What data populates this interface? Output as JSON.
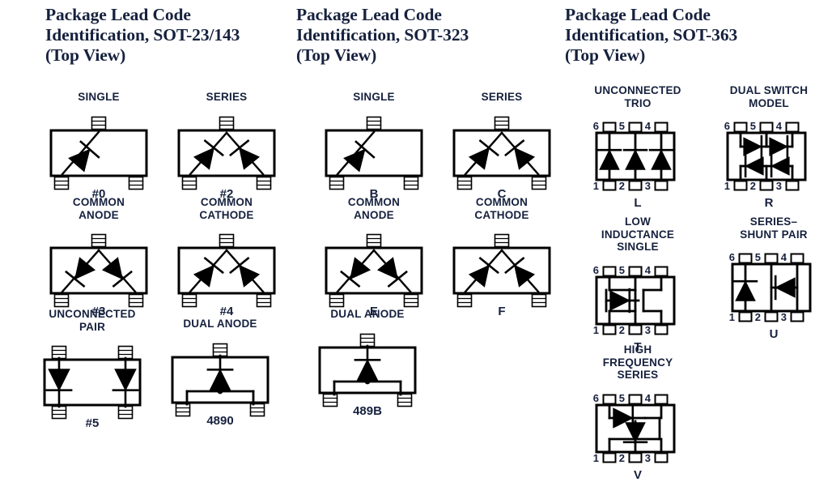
{
  "columns": [
    {
      "title_lines": [
        "Package Lead Code",
        "Identification, SOT-23/143",
        "(Top View)"
      ],
      "package": "SOT-23/143",
      "cells": [
        {
          "caption": [
            "SINGLE"
          ],
          "code": "#0",
          "config": "single",
          "leads": 3
        },
        {
          "caption": [
            "SERIES"
          ],
          "code": "#2",
          "config": "series",
          "leads": 3
        },
        {
          "caption": [
            "COMMON",
            "ANODE"
          ],
          "code": "#3",
          "config": "common-anode",
          "leads": 3
        },
        {
          "caption": [
            "COMMON",
            "CATHODE"
          ],
          "code": "#4",
          "config": "common-cathode",
          "leads": 3
        },
        {
          "caption": [
            "UNCONNECTED",
            "PAIR"
          ],
          "code": "#5",
          "config": "unconnected-pair",
          "leads": 4
        },
        {
          "caption": [
            "DUAL ANODE"
          ],
          "code": "4890",
          "config": "dual-anode",
          "leads": 3
        }
      ]
    },
    {
      "title_lines": [
        "Package Lead Code",
        "Identification, SOT-323",
        "(Top View)"
      ],
      "package": "SOT-323",
      "cells": [
        {
          "caption": [
            "SINGLE"
          ],
          "code": "B",
          "config": "single",
          "leads": 3
        },
        {
          "caption": [
            "SERIES"
          ],
          "code": "C",
          "config": "series",
          "leads": 3
        },
        {
          "caption": [
            "COMMON",
            "ANODE"
          ],
          "code": "E",
          "config": "common-anode",
          "leads": 3
        },
        {
          "caption": [
            "COMMON",
            "CATHODE"
          ],
          "code": "F",
          "config": "common-cathode",
          "leads": 3
        },
        {
          "caption": [
            "DUAL ANODE"
          ],
          "code": "489B",
          "config": "dual-anode",
          "leads": 3
        }
      ]
    },
    {
      "title_lines": [
        "Package Lead Code",
        "Identification, SOT-363",
        "(Top View)"
      ],
      "package": "SOT-363",
      "pin_labels_top": [
        "6",
        "5",
        "4"
      ],
      "pin_labels_bottom": [
        "1",
        "2",
        "3"
      ],
      "cells": [
        {
          "caption": [
            "UNCONNECTED",
            "TRIO"
          ],
          "code": "L",
          "config": "unconnected-trio",
          "leads": 6
        },
        {
          "caption": [
            "DUAL SWITCH",
            "MODEL"
          ],
          "code": "R",
          "config": "dual-switch-model",
          "leads": 6
        },
        {
          "caption": [
            "LOW",
            "INDUCTANCE",
            "SINGLE"
          ],
          "code": "T",
          "config": "low-inductance-single",
          "leads": 6
        },
        {
          "caption": [
            "SERIES–",
            "SHUNT PAIR"
          ],
          "code": "U",
          "config": "series-shunt-pair",
          "leads": 6
        },
        {
          "caption": [
            "HIGH",
            "FREQUENCY",
            "SERIES"
          ],
          "code": "V",
          "config": "high-frequency-series",
          "leads": 6
        }
      ]
    }
  ],
  "colors": {
    "ink": "#16213e",
    "line": "#000000",
    "background": "#ffffff"
  }
}
